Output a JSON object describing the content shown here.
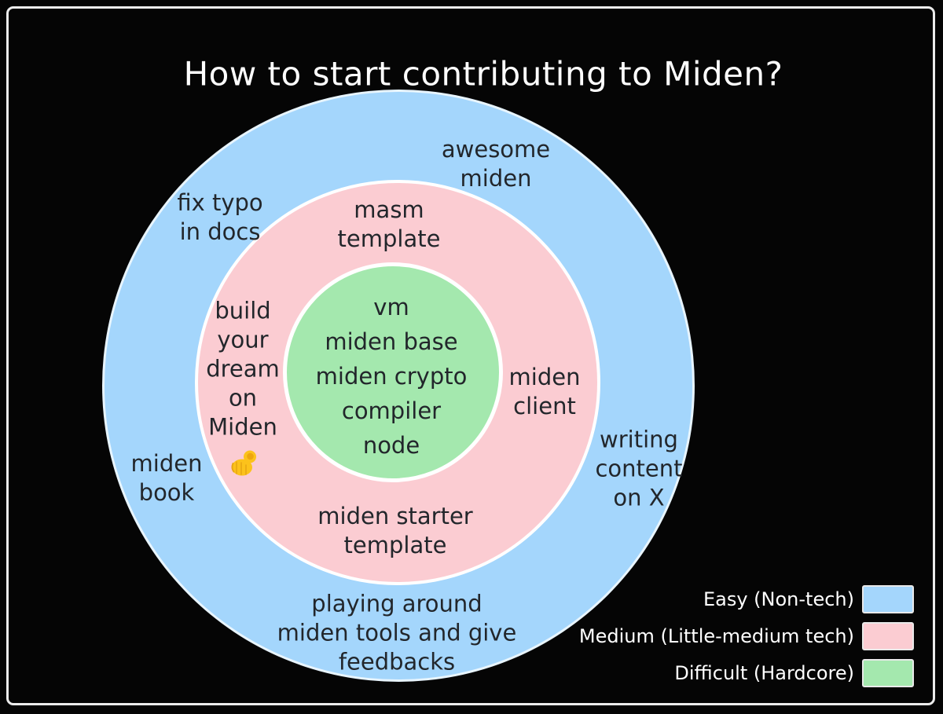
{
  "title": "How to start contributing to Miden?",
  "rings": {
    "easy": {
      "color": "#a4d6fc",
      "labels": {
        "awesome_miden": "awesome\nmiden",
        "fix_typo": "fix typo\nin docs",
        "miden_book": "miden\nbook",
        "writing_content": "writing\ncontent\non X",
        "playing_around": "playing around\nmiden tools and give\nfeedbacks"
      }
    },
    "medium": {
      "color": "#fbccd2",
      "labels": {
        "masm_template": "masm\ntemplate",
        "build_dream": "build\nyour\ndream\non\nMiden",
        "miden_client": "miden\nclient",
        "starter_template": "miden starter\ntemplate"
      },
      "emoji": "🫵",
      "emoji_name": "index-pointing-at-viewer"
    },
    "difficult": {
      "color": "#a4e8ae",
      "items": [
        "vm",
        "miden base",
        "miden crypto",
        "compiler",
        "node"
      ]
    }
  },
  "legend": {
    "items": [
      {
        "label": "Easy (Non-tech)",
        "color": "#a4d6fc"
      },
      {
        "label": "Medium (Little-medium tech)",
        "color": "#fbccd2"
      },
      {
        "label": "Difficult (Hardcore)",
        "color": "#a4e8ae"
      }
    ]
  }
}
